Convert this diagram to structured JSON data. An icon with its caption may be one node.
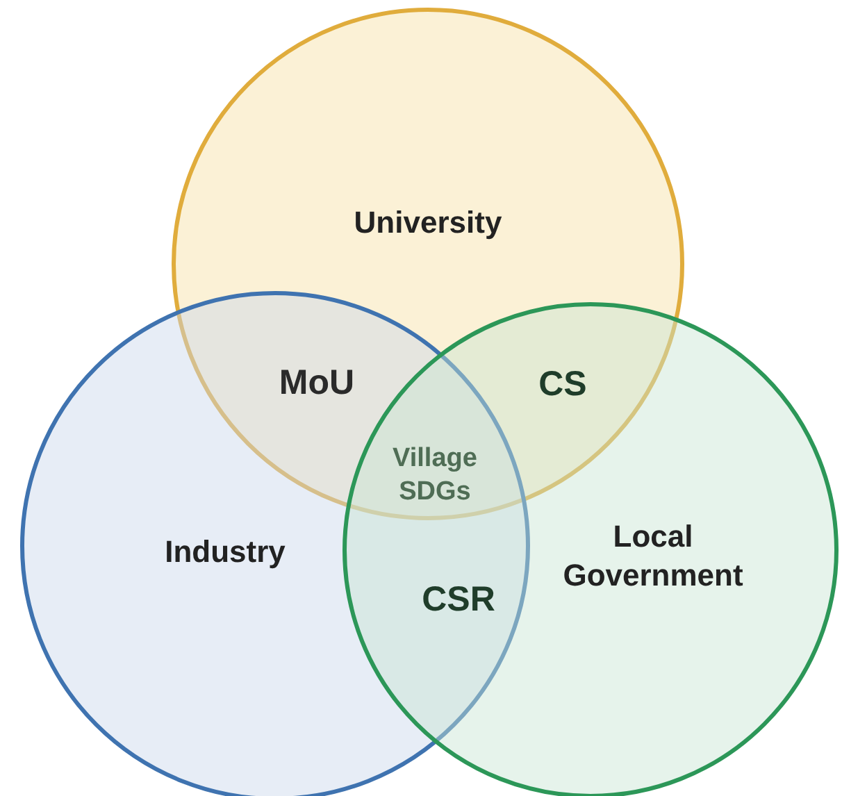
{
  "diagram": {
    "nodes": [
      {
        "text": [
          "University"
        ]
      },
      {
        "text": [
          "Industry"
        ]
      },
      {
        "text": [
          "Local Government"
        ]
      }
    ],
    "labels": [
      "MoU",
      "CS",
      "Village SDGs",
      "CSR"
    ]
  }
}
